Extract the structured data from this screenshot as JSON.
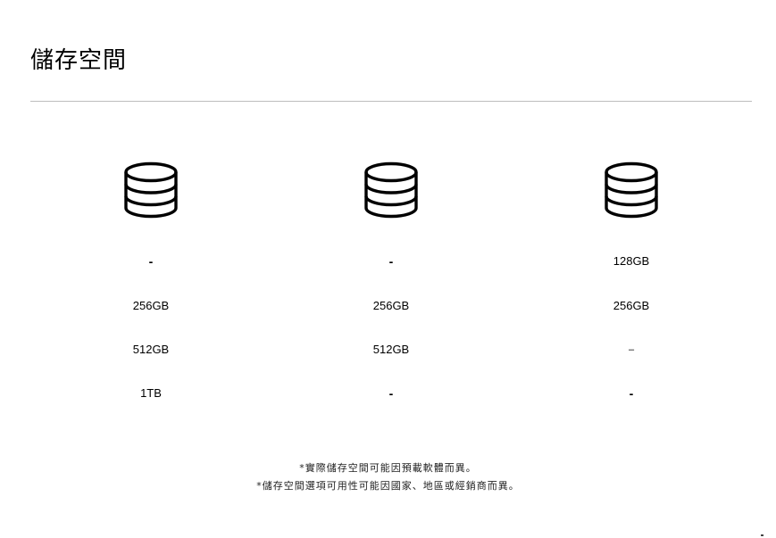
{
  "title": "儲存空間",
  "icon": "database-storage-icon",
  "columns": [
    {
      "values": [
        "-",
        "256GB",
        "512GB",
        "1TB"
      ]
    },
    {
      "values": [
        "-",
        "256GB",
        "512GB",
        "-"
      ]
    },
    {
      "values": [
        "128GB",
        "256GB",
        "–",
        "-"
      ]
    }
  ],
  "footnotes": [
    "*實際儲存空間可能因預載軟體而異。",
    "*儲存空間選項可用性可能因國家、地區或經銷商而異。"
  ]
}
